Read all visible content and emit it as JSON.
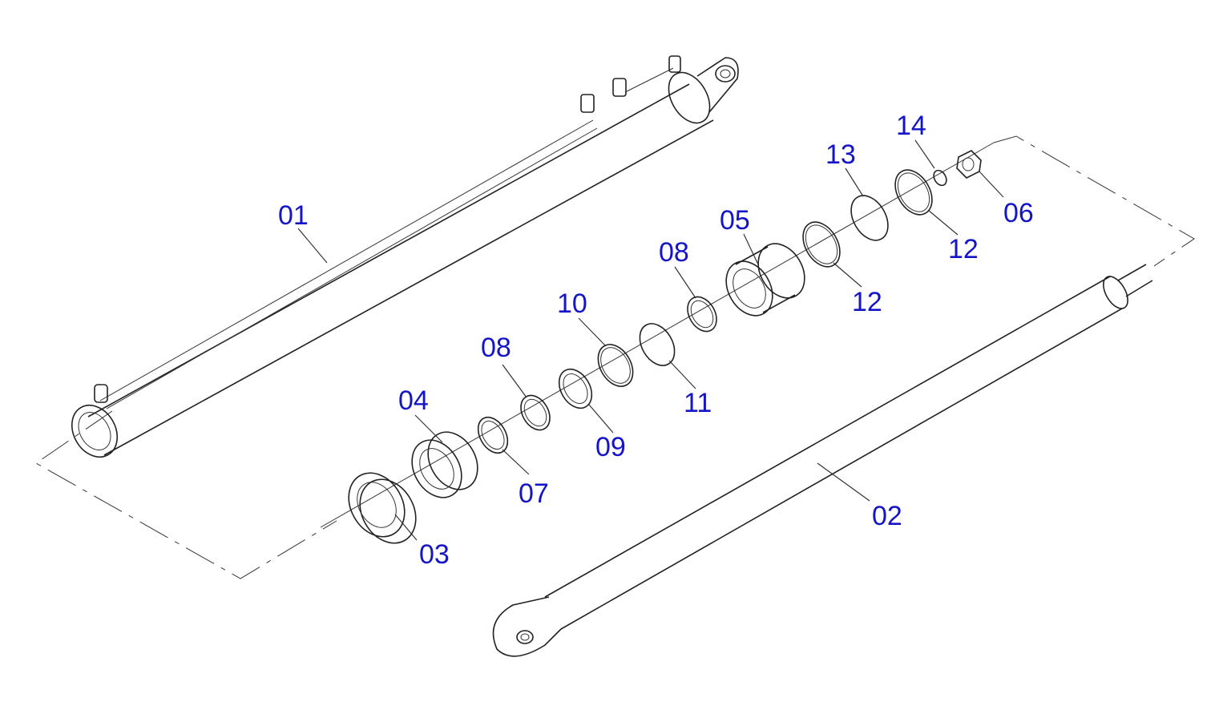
{
  "diagram": {
    "label_color": "#1515c8",
    "line_color": "#222222",
    "parts": [
      {
        "id": "01",
        "label": "01"
      },
      {
        "id": "02",
        "label": "02"
      },
      {
        "id": "03",
        "label": "03"
      },
      {
        "id": "04",
        "label": "04"
      },
      {
        "id": "05",
        "label": "05"
      },
      {
        "id": "06",
        "label": "06"
      },
      {
        "id": "07",
        "label": "07"
      },
      {
        "id": "08a",
        "label": "08"
      },
      {
        "id": "08b",
        "label": "08"
      },
      {
        "id": "09",
        "label": "09"
      },
      {
        "id": "10",
        "label": "10"
      },
      {
        "id": "11",
        "label": "11"
      },
      {
        "id": "12a",
        "label": "12"
      },
      {
        "id": "12b",
        "label": "12"
      },
      {
        "id": "13",
        "label": "13"
      },
      {
        "id": "14",
        "label": "14"
      }
    ]
  }
}
